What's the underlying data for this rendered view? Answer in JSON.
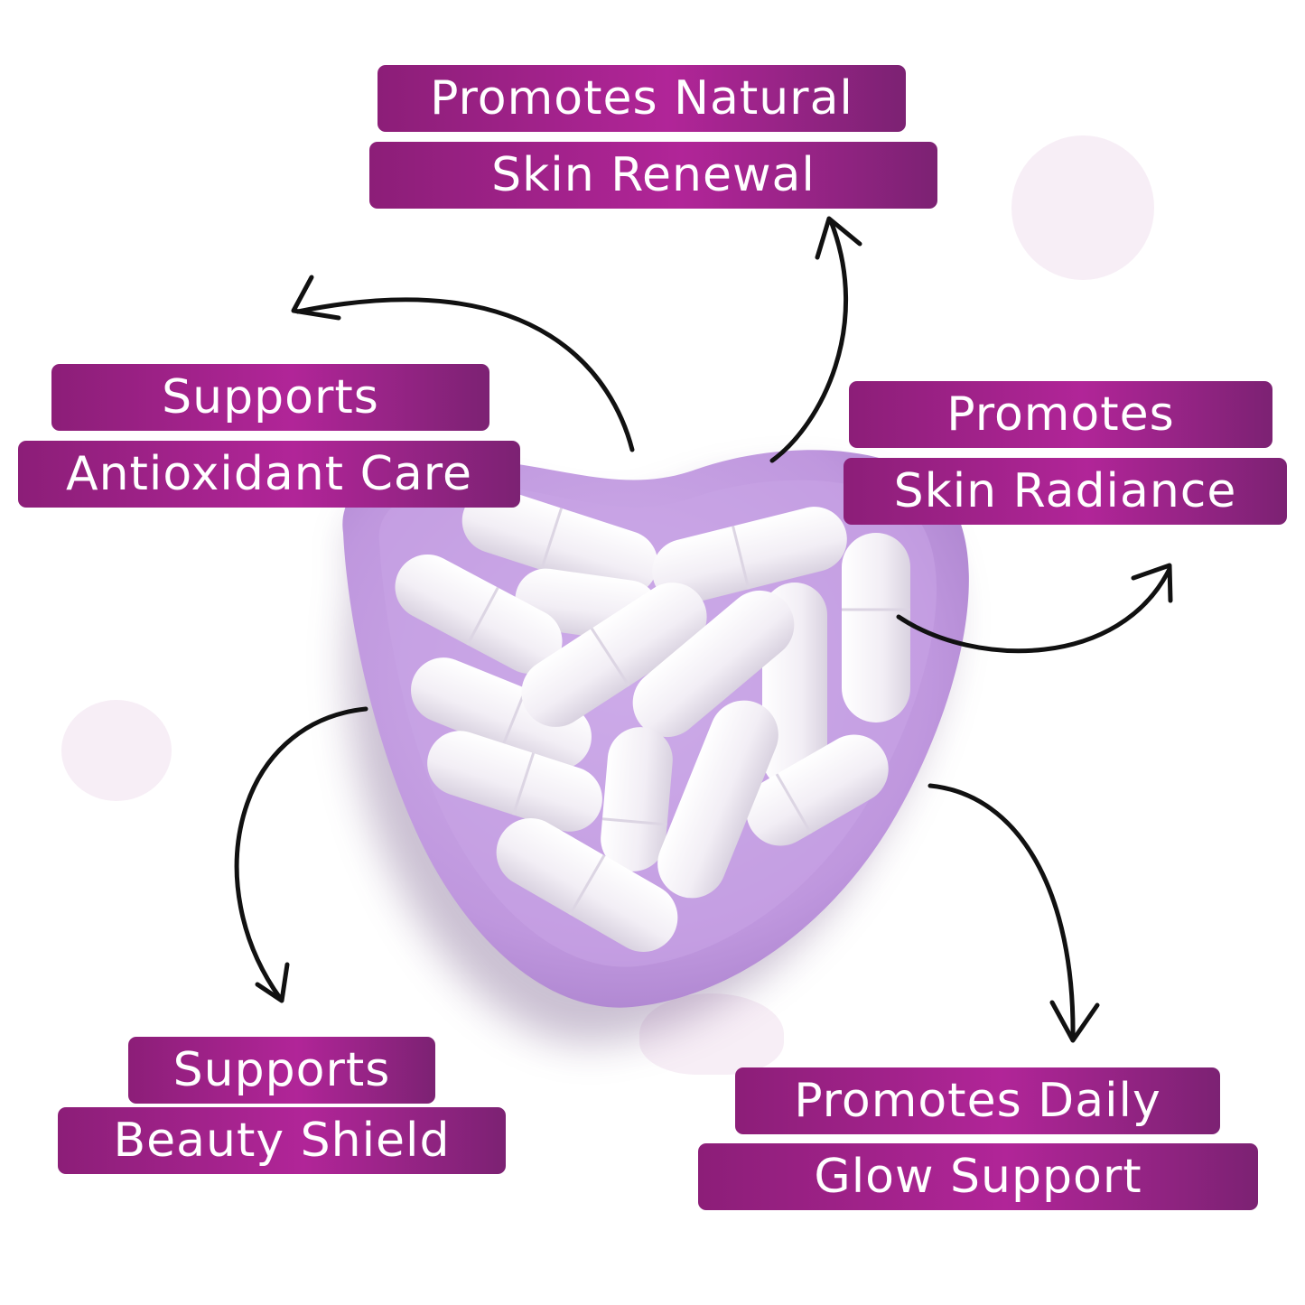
{
  "colors": {
    "label_gradient_start": "#8c1e78",
    "label_gradient_mid": "#b12598",
    "label_gradient_end": "#7c2273",
    "bowl": "#c29be0",
    "capsule": "#f4f1f6",
    "arrow": "#111111"
  },
  "labels": {
    "top": {
      "line1": "Promotes Natural",
      "line2": "Skin Renewal"
    },
    "left": {
      "line1": "Supports",
      "line2": "Antioxidant Care"
    },
    "right": {
      "line1": "Promotes",
      "line2": "Skin Radiance"
    },
    "bottom_left": {
      "line1": "Supports",
      "line2": "Beauty Shield"
    },
    "bottom_right": {
      "line1": "Promotes Daily",
      "line2": "Glow Support"
    }
  }
}
